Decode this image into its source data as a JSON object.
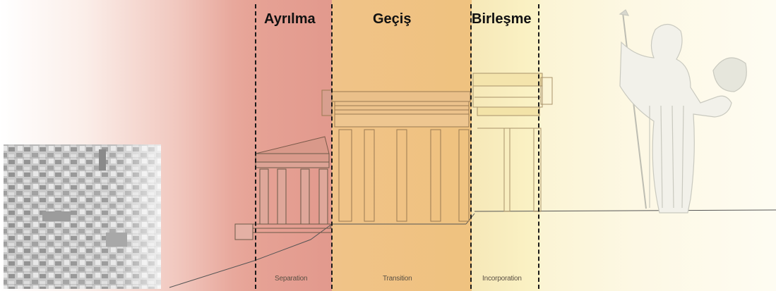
{
  "diagram": {
    "zones": [
      {
        "title": "Ayrılma",
        "subtitle": "Separation"
      },
      {
        "title": "Geçiş",
        "subtitle": "Transition"
      },
      {
        "title": "Birleşme",
        "subtitle": "Incorporation"
      }
    ],
    "colors": {
      "separation": "#e2998d",
      "transition": "#efc27f",
      "incorporation": "#f8edbf",
      "beyond": "#fdf8e4"
    },
    "icons": [
      "city-photo-icon",
      "greek-temple-icon",
      "athena-statue-icon"
    ]
  }
}
